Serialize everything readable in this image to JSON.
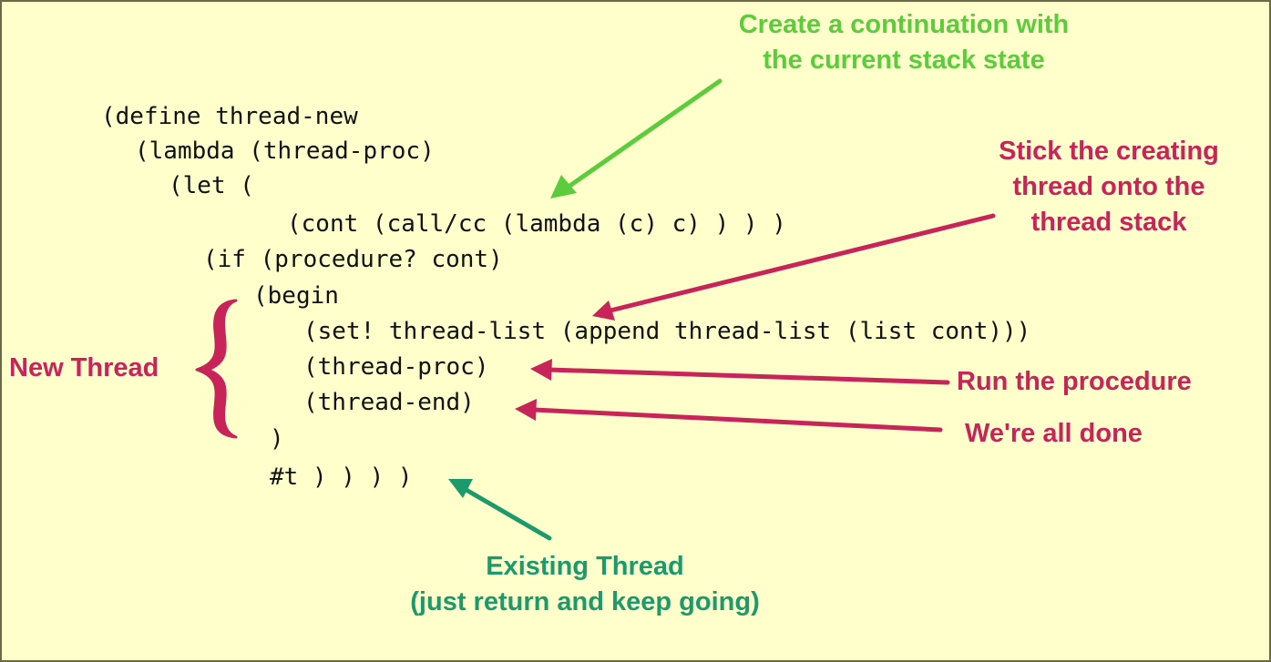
{
  "code_lines": [
    "(define thread-new",
    "(lambda (thread-proc)",
    "(let (",
    "(cont (call/cc (lambda (c) c) ) ) )",
    "(if (procedure? cont)",
    "(begin",
    "(set! thread-list (append thread-list (list cont)))",
    "(thread-proc)",
    "(thread-end)",
    ")",
    "#t ) ) ) )"
  ],
  "annotations": {
    "continuation": [
      "Create a continuation with",
      "the current stack state"
    ],
    "stick": [
      "Stick the creating",
      "thread onto the",
      "thread stack"
    ],
    "run": "Run the procedure",
    "done": "We're all done",
    "new_thread": "New Thread",
    "existing": [
      "Existing Thread",
      "(just return and keep going)"
    ]
  },
  "colors": {
    "background": "#ffffcc",
    "border": "#6b6a45",
    "green": "#5ccc3c",
    "red": "#c8245a",
    "teal": "#1c9a6c"
  }
}
